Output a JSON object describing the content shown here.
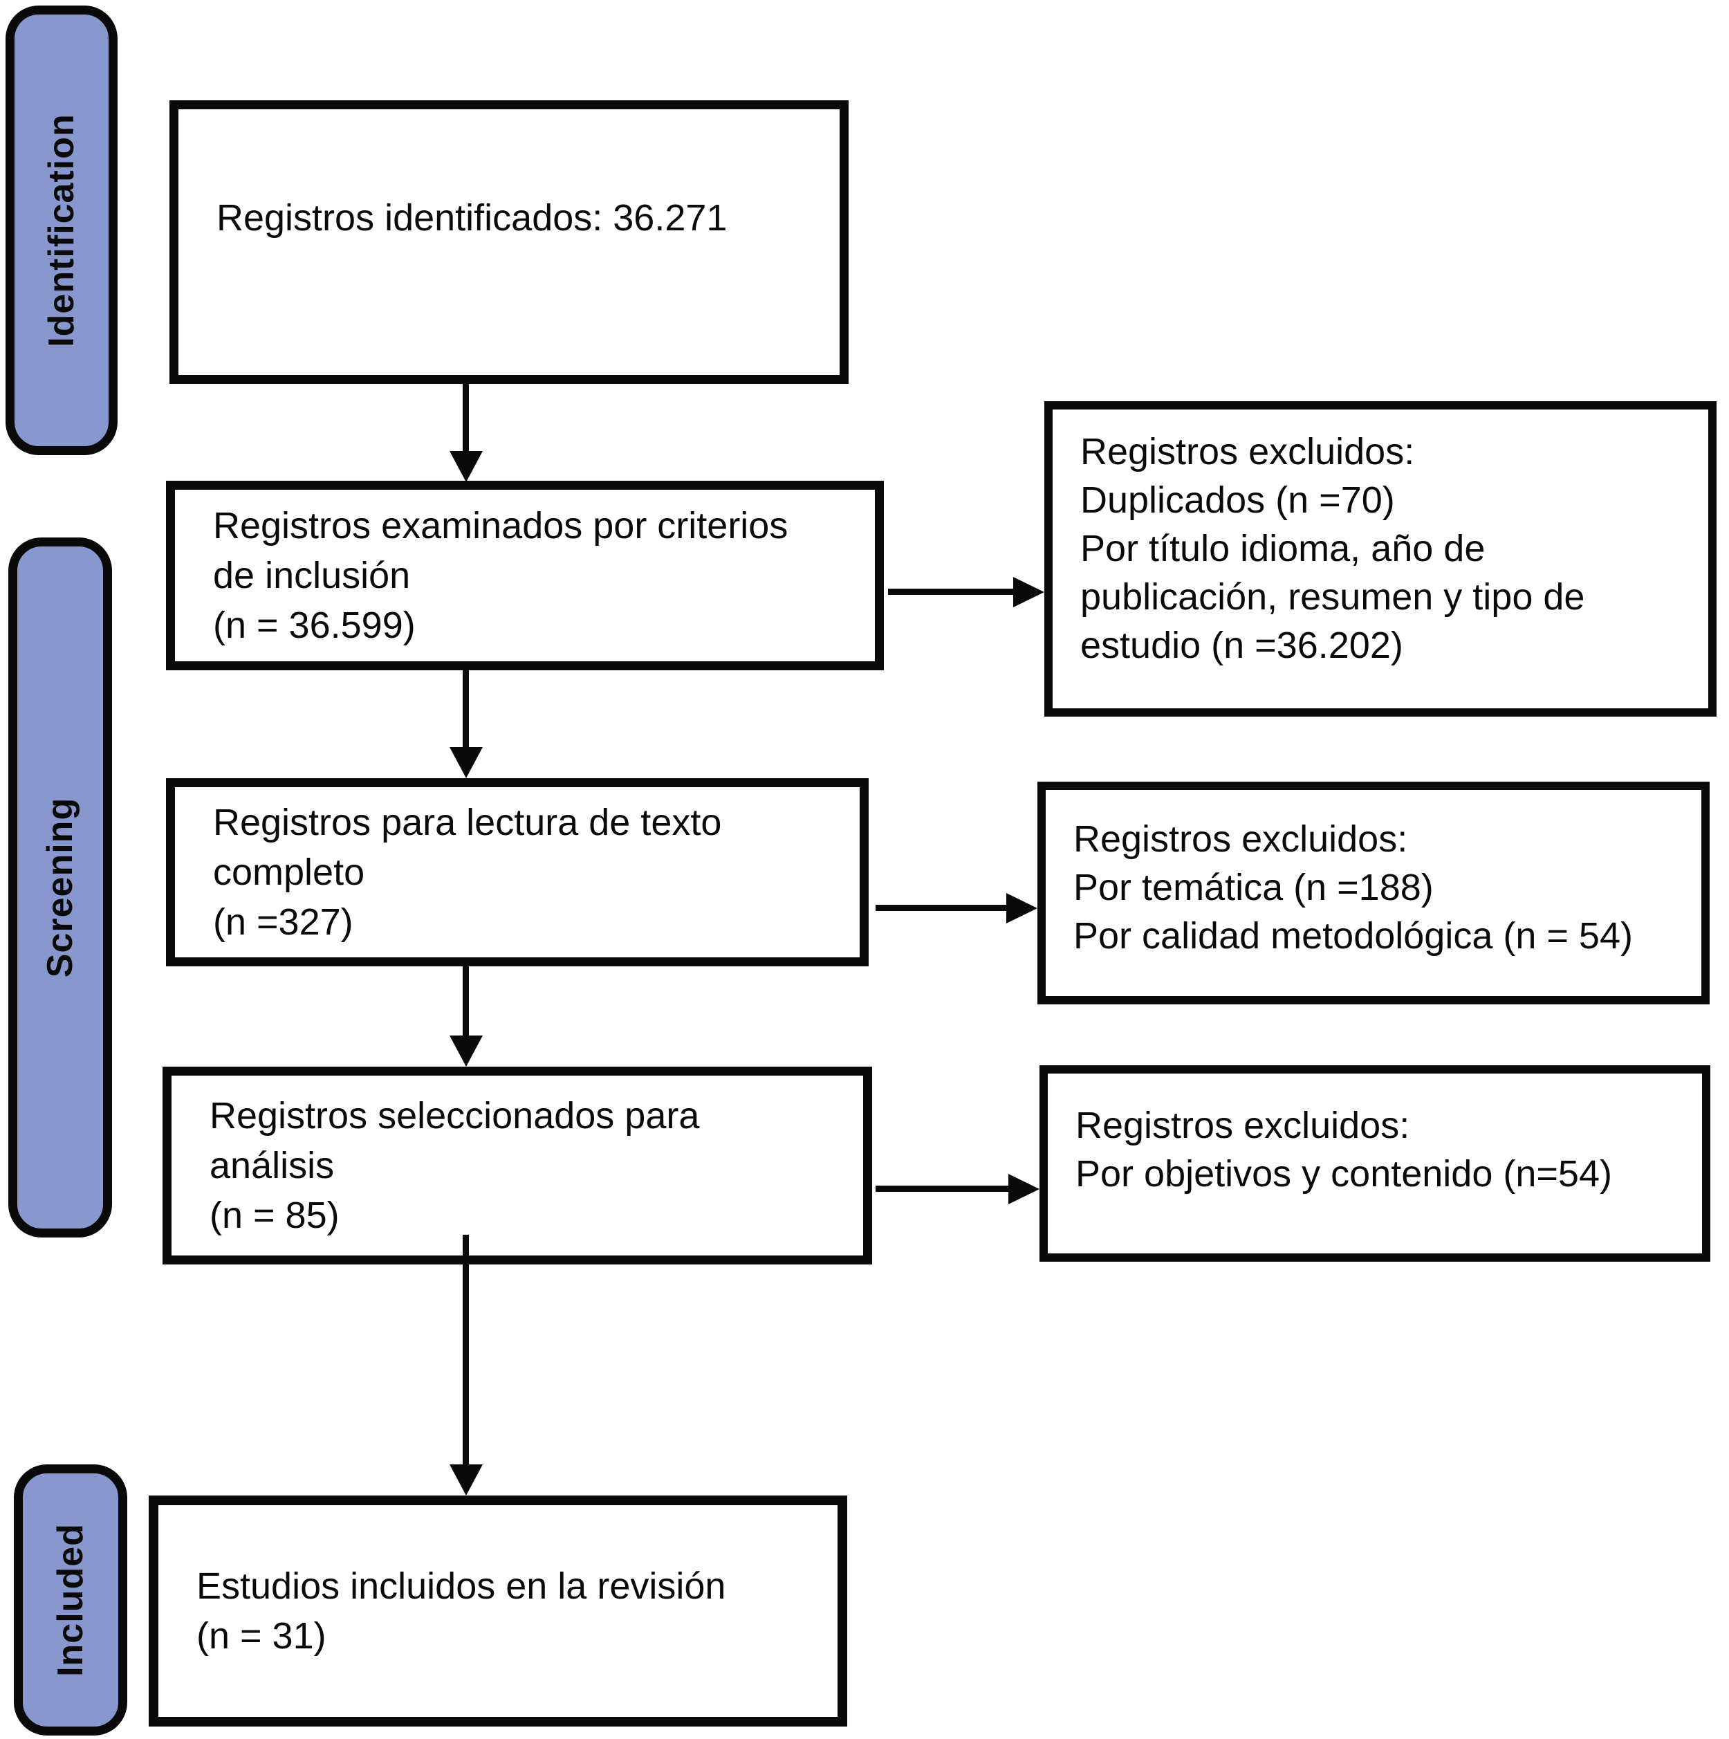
{
  "diagram": {
    "stages": [
      {
        "label": "Identification"
      },
      {
        "label": "Screening"
      },
      {
        "label": "Included"
      }
    ],
    "boxes": [
      {
        "name": "records-identified",
        "lines": [
          "Registros identificados: 36.271"
        ]
      },
      {
        "name": "records-screened",
        "lines": [
          "Registros examinados por criterios",
          "de inclusión",
          "(n = 36.599)"
        ]
      },
      {
        "name": "fulltext-records",
        "lines": [
          "Registros para lectura de texto",
          "completo",
          "(n =327)"
        ]
      },
      {
        "name": "records-selected",
        "lines": [
          "Registros seleccionados para",
          "análisis",
          "(n = 85)"
        ]
      },
      {
        "name": "studies-included",
        "lines": [
          "Estudios incluidos en la revisión",
          "(n = 31)"
        ]
      }
    ],
    "exclusions": [
      {
        "name": "excluded-at-screening",
        "lines": [
          "Registros excluidos:",
          "Duplicados (n =70)",
          "Por título idioma, año de",
          "publicación, resumen y tipo de",
          "estudio (n =36.202)"
        ]
      },
      {
        "name": "excluded-at-fulltext",
        "lines": [
          "Registros excluidos:",
          "Por temática (n =188)",
          "Por calidad metodológica (n = 54)"
        ]
      },
      {
        "name": "excluded-at-selection",
        "lines": [
          "Registros excluidos:",
          "Por objetivos y contenido (n=54)"
        ]
      }
    ],
    "colors": {
      "stage_fill": "#8897cd",
      "line": "#0a0a0a",
      "box_fill": "#ffffff"
    }
  }
}
